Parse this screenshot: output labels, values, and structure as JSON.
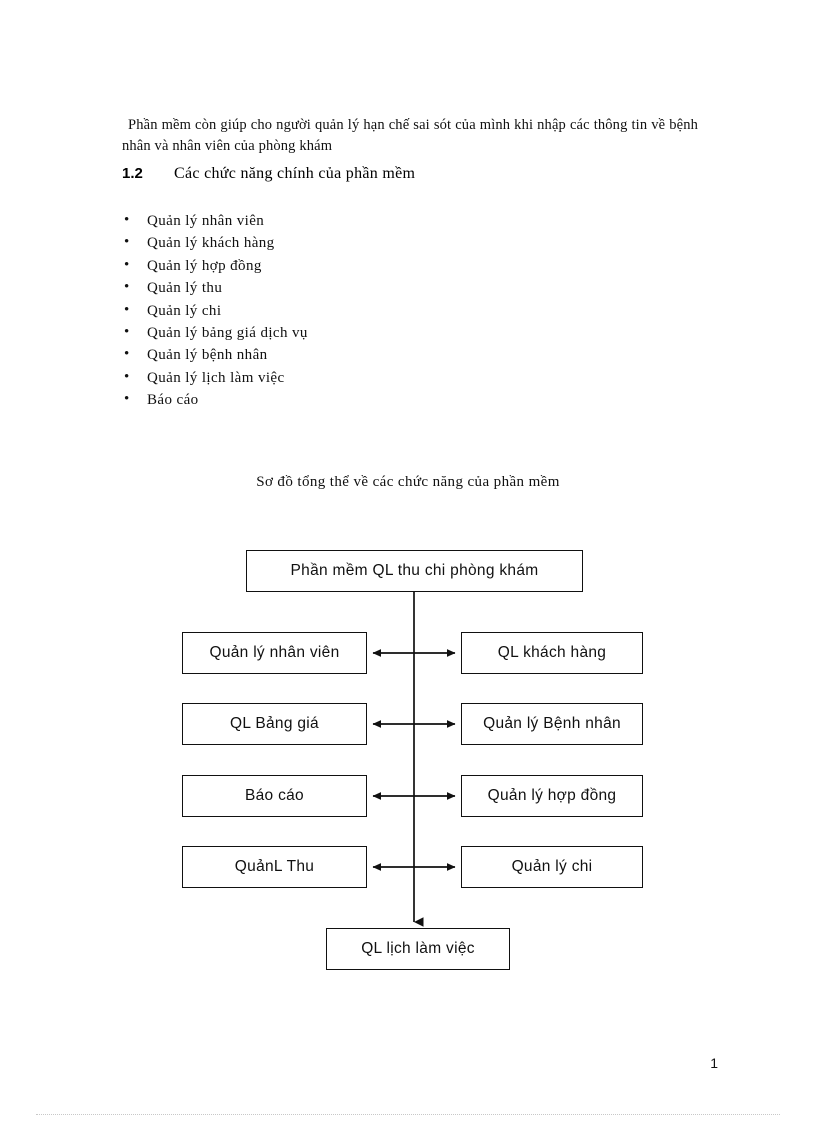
{
  "document": {
    "intro_paragraph": "Phần mềm còn giúp cho người quản lý hạn chế sai sót của mình khi nhập các thông tin về bệnh nhân và nhân viên của phòng khám",
    "section": {
      "number": "1.2",
      "title": "Các chức năng chính của phần mềm"
    },
    "bullets": [
      "Quản lý nhân viên",
      "Quản lý khách hàng",
      "Quản lý hợp đồng",
      "Quản lý thu",
      "Quản lý chi",
      "Quản lý bảng giá dịch vụ",
      "Quản lý bệnh nhân",
      "Quản lý lịch làm việc",
      "Báo cáo"
    ],
    "diagram_caption": "Sơ đồ tổng thể về các chức năng của phần mềm",
    "page_number": "1"
  },
  "diagram": {
    "root": "Phần mềm QL thu chi phòng  khám",
    "rows": [
      {
        "left": "Quản lý nhân viên",
        "right": "QL khách hàng"
      },
      {
        "left": "QL Bảng giá",
        "right": "Quản lý Bệnh nhân"
      },
      {
        "left": "Báo cáo",
        "right": "Quản lý hợp đồng"
      },
      {
        "left": "QuảnL Thu",
        "right": "Quản lý chi"
      }
    ],
    "bottom": "QL lịch làm việc",
    "colors": {
      "box_border": "#111111",
      "line": "#111111",
      "text": "#111111",
      "background": "#ffffff"
    }
  }
}
